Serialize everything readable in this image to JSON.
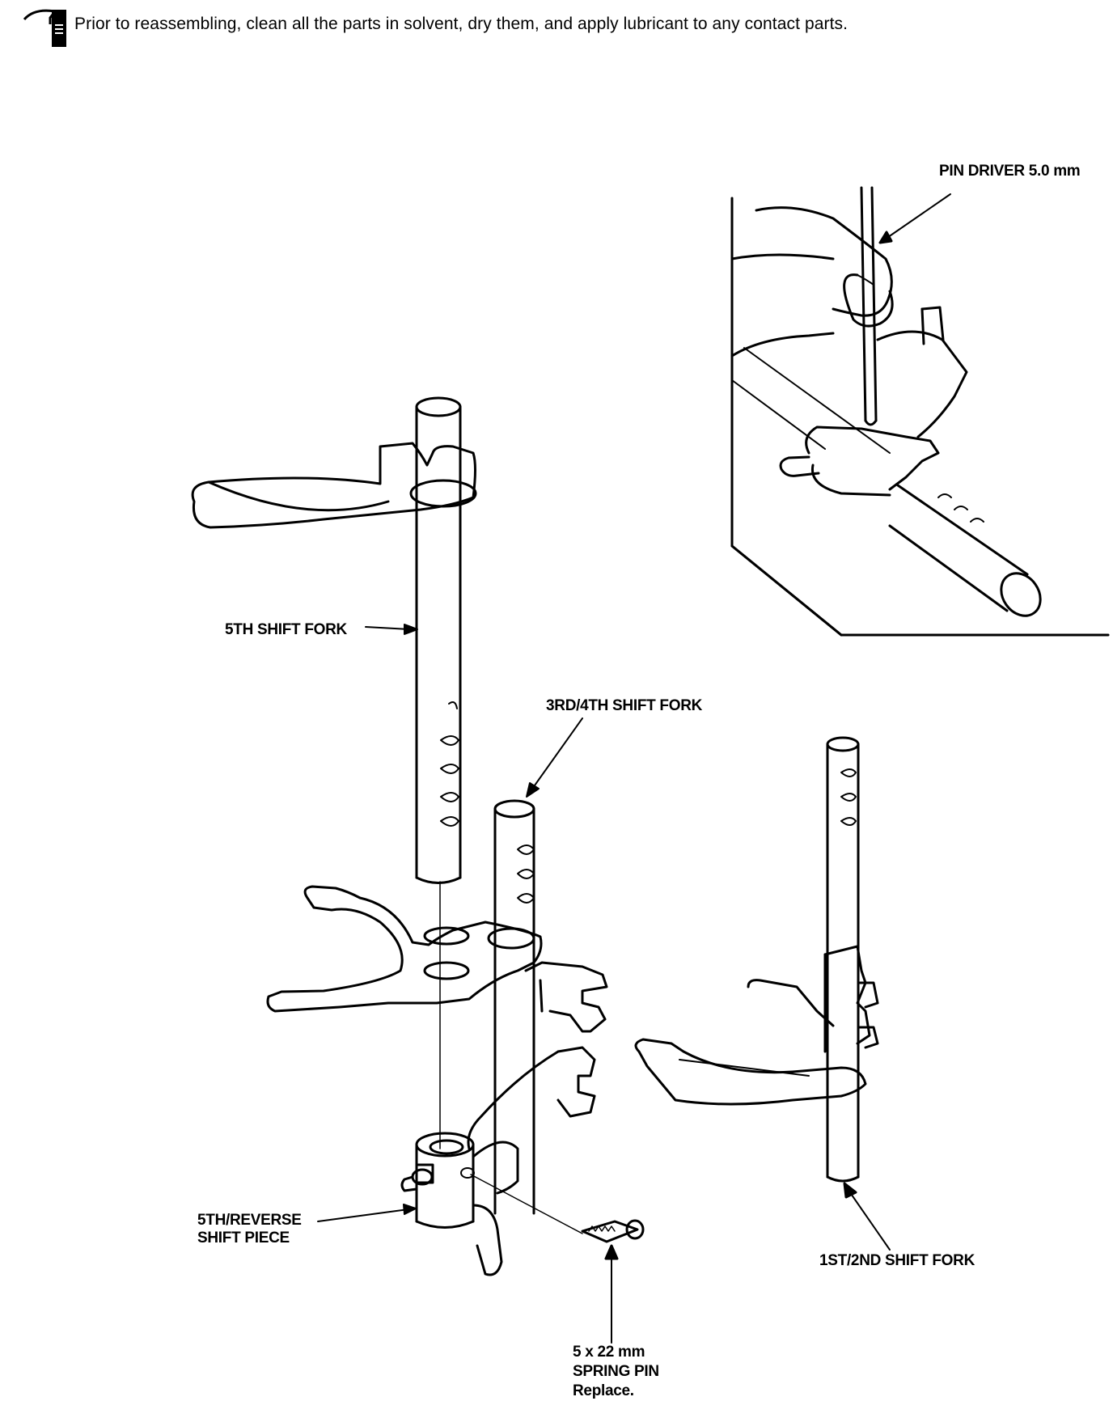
{
  "note": {
    "icon": "notebook-icon",
    "text": "Prior to reassembling, clean all the parts in solvent, dry them, and apply lubricant to any contact parts."
  },
  "labels": {
    "pin_driver": "PIN DRIVER 5.0 mm",
    "fifth_shift_fork": "5TH SHIFT FORK",
    "third_fourth_shift_fork": "3RD/4TH SHIFT FORK",
    "fifth_reverse_line1": "5TH/REVERSE",
    "fifth_reverse_line2": "SHIFT PIECE",
    "first_second_shift_fork": "1ST/2ND SHIFT FORK",
    "spring_pin_line1": "5 x 22 mm",
    "spring_pin_line2": "SPRING PIN",
    "spring_pin_line3": "Replace."
  }
}
